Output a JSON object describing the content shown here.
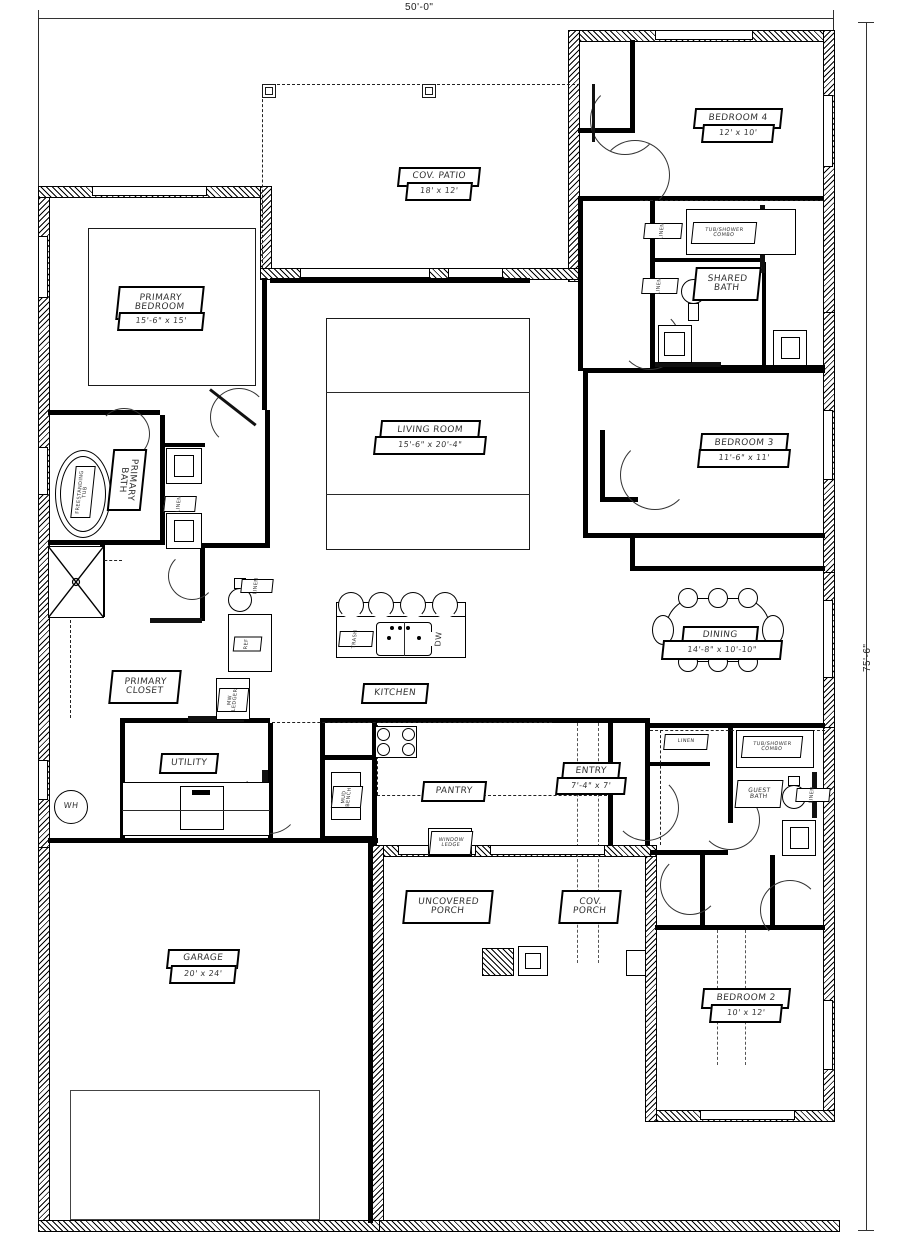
{
  "plan": {
    "title": "single-story-floor-plan",
    "overall_dimensions": {
      "top_label": "50'-0\"",
      "right_label": "75'-6\""
    }
  },
  "rooms": [
    {
      "id": "bedroom4",
      "name": "BEDROOM 4",
      "dims": "12'  x  10'"
    },
    {
      "id": "bedroom3",
      "name": "BEDROOM 3",
      "dims": "11'-6\"  x  11'"
    },
    {
      "id": "bedroom2",
      "name": "BEDROOM 2",
      "dims": "10'  x  12'"
    },
    {
      "id": "primary_bedroom",
      "name": "PRIMARY BEDROOM",
      "dims": "15'-6\"  x  15'"
    },
    {
      "id": "living_room",
      "name": "LIVING ROOM",
      "dims": "15'-6\"  x  20'-4\""
    },
    {
      "id": "dining",
      "name": "DINING",
      "dims": "14'-8\"  x  10'-10\""
    },
    {
      "id": "cov_patio",
      "name": "COV. PATIO",
      "dims": "18'  x  12'"
    },
    {
      "id": "garage",
      "name": "GARAGE",
      "dims": "20'  x  24'"
    },
    {
      "id": "entry",
      "name": "ENTRY",
      "dims": "7'-4\"  x  7'"
    }
  ],
  "spaces": [
    {
      "id": "kitchen",
      "label": "KITCHEN"
    },
    {
      "id": "pantry",
      "label": "PANTRY"
    },
    {
      "id": "utility",
      "label": "UTILITY"
    },
    {
      "id": "primary_closet_1",
      "label": "PRIMARY"
    },
    {
      "id": "primary_closet_2",
      "label": "CLOSET"
    },
    {
      "id": "primary_bath_1",
      "label": "PRIMARY"
    },
    {
      "id": "primary_bath_2",
      "label": "BATH"
    },
    {
      "id": "shared_bath_1",
      "label": "SHARED"
    },
    {
      "id": "shared_bath_2",
      "label": "BATH"
    },
    {
      "id": "guest_bath_1",
      "label": "GUEST"
    },
    {
      "id": "guest_bath_2",
      "label": "BATH"
    },
    {
      "id": "uncovered_porch_1",
      "label": "UNCOVERED"
    },
    {
      "id": "uncovered_porch_2",
      "label": "PORCH"
    },
    {
      "id": "cov_porch_1",
      "label": "COV."
    },
    {
      "id": "cov_porch_2",
      "label": "PORCH"
    }
  ],
  "fixtures": [
    {
      "id": "tub_shower_combo_upper_1",
      "label": "TUB/SHOWER"
    },
    {
      "id": "tub_shower_combo_upper_2",
      "label": "COMBO"
    },
    {
      "id": "tub_shower_combo_lower_1",
      "label": "TUB/SHOWER"
    },
    {
      "id": "tub_shower_combo_lower_2",
      "label": "COMBO"
    },
    {
      "id": "freestanding_tub_1",
      "label": "FREESTANDING"
    },
    {
      "id": "freestanding_tub_2",
      "label": "TUB"
    },
    {
      "id": "linen_bed4",
      "label": "LINEN"
    },
    {
      "id": "linen_shared",
      "label": "LINEN"
    },
    {
      "id": "linen_primary",
      "label": "LINEN"
    },
    {
      "id": "linen_hall",
      "label": "LINEN"
    },
    {
      "id": "linen_guest",
      "label": "LINEN"
    },
    {
      "id": "trash",
      "label": "TRASH"
    },
    {
      "id": "dishwasher",
      "label": "DW"
    },
    {
      "id": "refrigerator",
      "label": "REF"
    },
    {
      "id": "microwave_ledger_1",
      "label": "MW"
    },
    {
      "id": "microwave_ledger_2",
      "label": "LEDGER"
    },
    {
      "id": "mud_bench_1",
      "label": "MUD"
    },
    {
      "id": "mud_bench_2",
      "label": "BENCH"
    },
    {
      "id": "window_ledge_1",
      "label": "WINDOW"
    },
    {
      "id": "window_ledge_2",
      "label": "LEDGE"
    },
    {
      "id": "water_heater",
      "label": "WH"
    }
  ],
  "colors": {
    "line": "#000000",
    "paper": "#ffffff",
    "text": "#333333"
  }
}
